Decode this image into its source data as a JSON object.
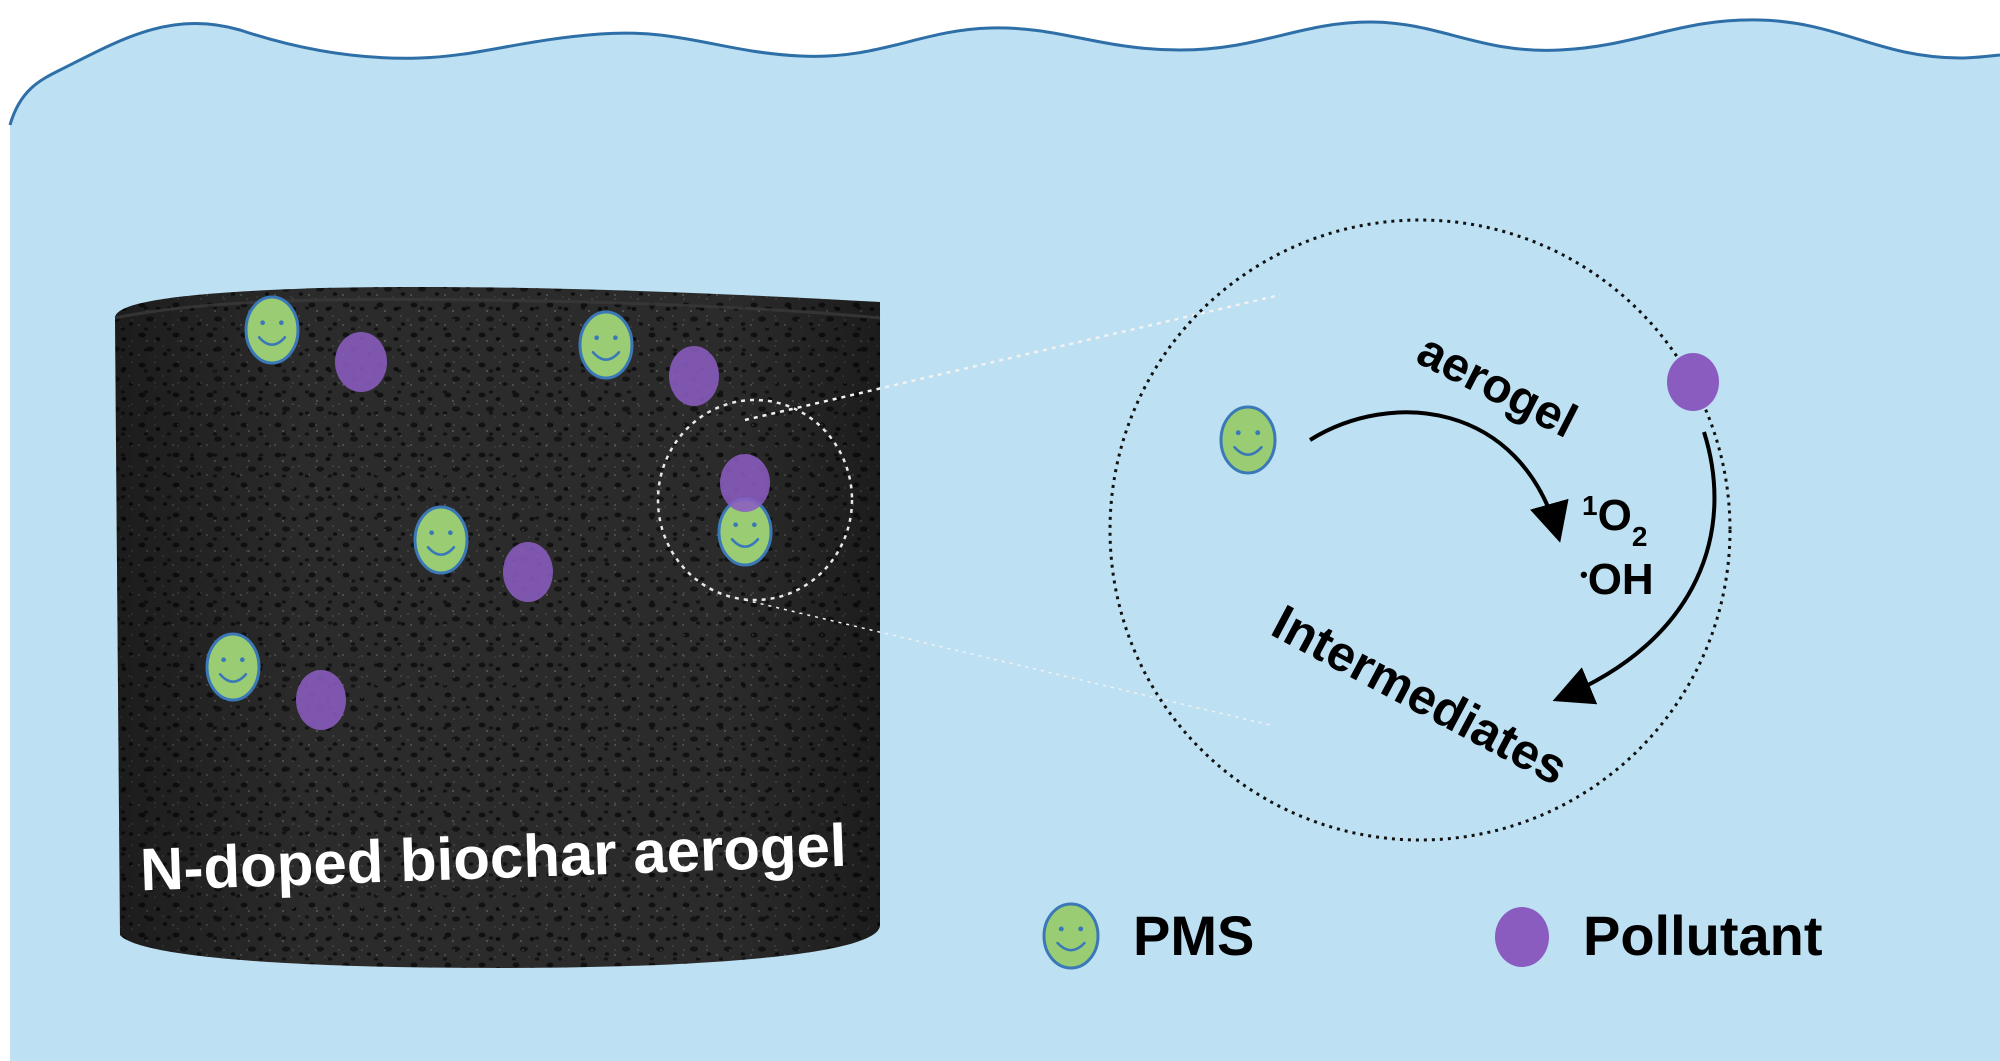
{
  "aerogel_label": "N-doped biochar aerogel",
  "mechanism": {
    "arrow_label": "aerogel",
    "species_1": {
      "base": "O",
      "pre_sup": "1",
      "sub": "2"
    },
    "species_2": {
      "dot": "•",
      "base": "OH"
    },
    "product": "Intermediates"
  },
  "legend": {
    "pms": "PMS",
    "pollutant": "Pollutant"
  },
  "colors": {
    "water": "#bde0f2",
    "water_edge": "#2e6fa8",
    "pms_fill": "#9acd73",
    "pms_edge": "#3a78b8",
    "pms_face": "#3a78b8",
    "pollutant_fill": "#8a5cc0",
    "aerogel": "#262626",
    "text": "#000000"
  },
  "icons": {
    "pms": "smiley-face-icon",
    "pollutant": "purple-dot-icon"
  }
}
